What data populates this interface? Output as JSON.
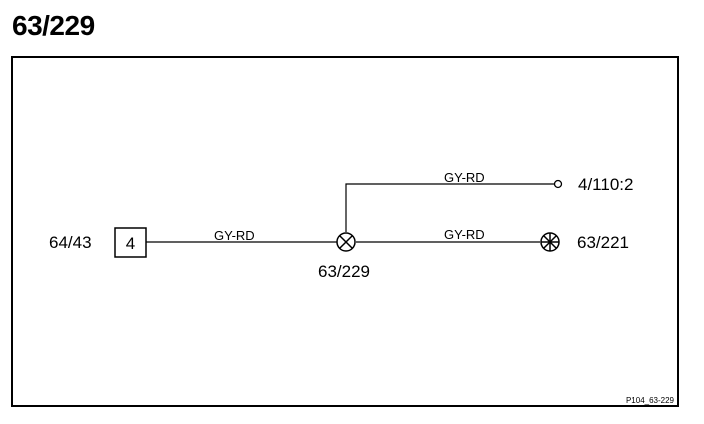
{
  "title": "63/229",
  "colors": {
    "line": "#000000",
    "background": "#ffffff"
  },
  "connectors": {
    "left_connector": {
      "label": "64/43",
      "pin": "4"
    },
    "splice": {
      "label": "63/229",
      "icon": "splice-icon"
    },
    "top_terminal": {
      "label": "4/110:2",
      "icon": "open-terminal-icon"
    },
    "right_ground": {
      "label": "63/221",
      "icon": "ground-splice-icon"
    }
  },
  "wires": {
    "left_wire": "GY-RD",
    "top_wire": "GY-RD",
    "right_wire": "GY-RD"
  },
  "reference_code": "P104_63-229"
}
